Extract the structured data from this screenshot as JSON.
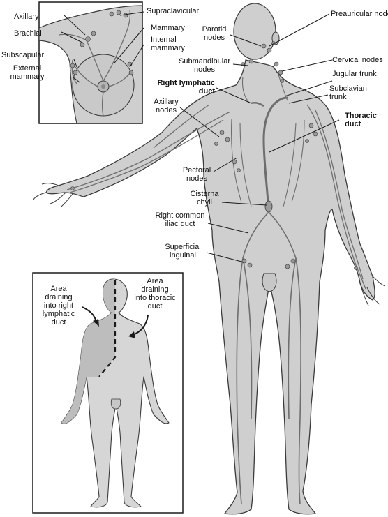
{
  "colors": {
    "body_fill": "#cfcfcf",
    "body_stroke": "#3a3a3a",
    "vessel": "#6e6e6e",
    "node": "#9a9a9a",
    "box_border": "#1a1a1a",
    "text": "#111111",
    "right_duct_area": "#bdbdbd",
    "thoracic_area": "#d6d6d6"
  },
  "breast_inset": {
    "labels": {
      "axillary": "Axillary",
      "brachial": "Brachial",
      "subscapular": "Subscapular",
      "external_mammary": "External\nmammary",
      "supraclavicular": "Supraclavicular",
      "mammary": "Mammary",
      "internal_mammary": "Internal\nmammary"
    }
  },
  "main_figure": {
    "labels": {
      "preauricular_nodes": "Preauricular nodes",
      "parotid_nodes": "Parotid\nnodes",
      "submandibular_nodes": "Submandibular\nnodes",
      "cervical_nodes": "Cervical nodes",
      "jugular_trunk": "Jugular trunk",
      "subclavian_trunk": "Subclavian\ntrunk",
      "right_lymphatic_duct": "Right lymphatic\nduct",
      "thoracic_duct": "Thoracic\nduct",
      "axillary_nodes": "Axillary\nnodes",
      "pectoral_nodes": "Pectoral\nnodes",
      "cisterna_chyli": "Cisterna\nchyli",
      "right_common_iliac_duct": "Right common\niliac duct",
      "superficial_inguinal": "Superficial\ninguinal"
    }
  },
  "drainage_inset": {
    "labels": {
      "right_area": "Area\ndraining\ninto right\nlymphatic\nduct",
      "thoracic_area": "Area\ndraining\ninto thoracic\nduct"
    }
  }
}
